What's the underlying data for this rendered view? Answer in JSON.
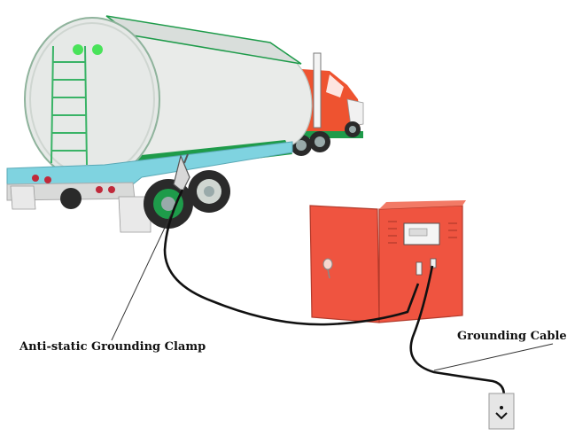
{
  "labels": {
    "clamp": "Anti-static Grounding Clamp",
    "cable": "Grounding Cable"
  },
  "colors": {
    "tank_body": "#e9ebe9",
    "tank_trim": "#1e9b4a",
    "chassis": "#7fd3e0",
    "cab": "#ee5330",
    "cabinet": "#ef5440",
    "tire": "#2a2a2a",
    "lamp": "#c0293a",
    "indicator": "#49e35a",
    "cable": "#111111"
  },
  "icons": [
    "tanker-truck",
    "grounding-cabinet",
    "grounding-clamp",
    "ground-socket"
  ]
}
